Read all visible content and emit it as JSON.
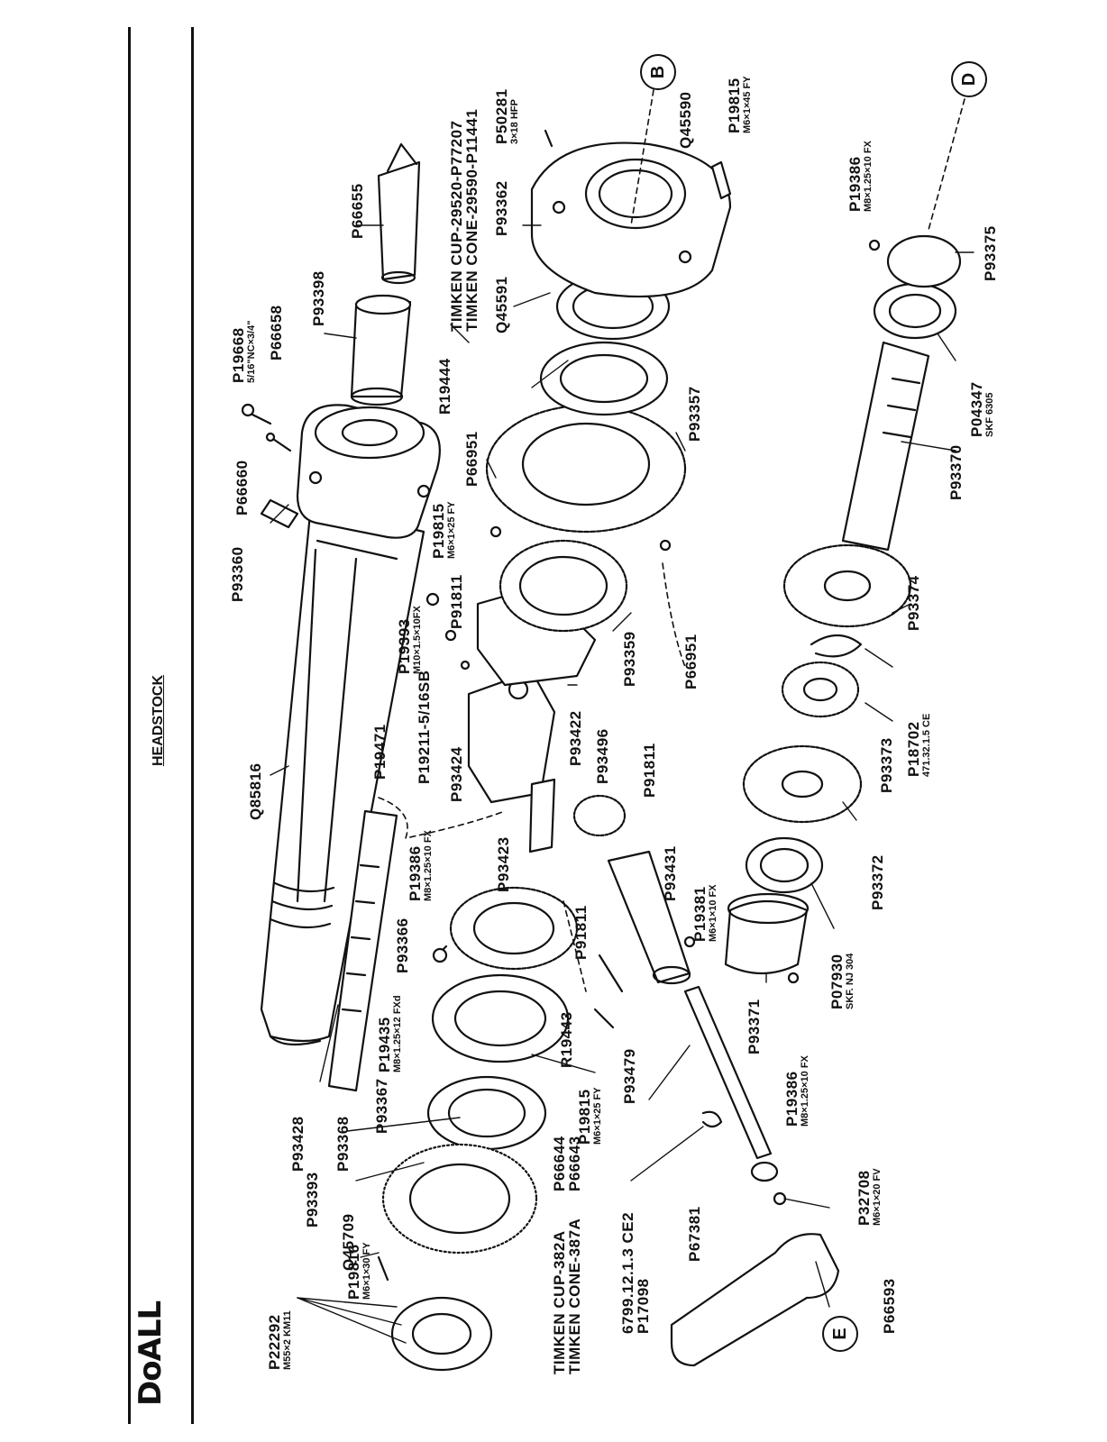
{
  "header": {
    "brand": "DoALL",
    "title": "HEADSTOCK"
  },
  "parts": [
    {
      "id": "p66655",
      "part": "P66655",
      "spec": ""
    },
    {
      "id": "p93398",
      "part": "P93398",
      "spec": ""
    },
    {
      "id": "p19668",
      "part": "P19668",
      "spec": "5/16\"NC×3/4\""
    },
    {
      "id": "p66658",
      "part": "P66658",
      "spec": ""
    },
    {
      "id": "p66660",
      "part": "P66660",
      "spec": ""
    },
    {
      "id": "p93360",
      "part": "P93360",
      "spec": ""
    },
    {
      "id": "q85816",
      "part": "Q85816",
      "spec": ""
    },
    {
      "id": "p19471",
      "part": "P19471",
      "spec": ""
    },
    {
      "id": "p19211",
      "part": "P19211-5/16SB",
      "spec": ""
    },
    {
      "id": "p19393",
      "part": "P19393",
      "spec": "M10×1.5×10FX"
    },
    {
      "id": "p91811a",
      "part": "P91811",
      "spec": ""
    },
    {
      "id": "p93424",
      "part": "P93424",
      "spec": ""
    },
    {
      "id": "p93423",
      "part": "P93423",
      "spec": ""
    },
    {
      "id": "p19386a",
      "part": "P19386",
      "spec": "M8×1.25×10 FX"
    },
    {
      "id": "p93366",
      "part": "P93366",
      "spec": ""
    },
    {
      "id": "p19435",
      "part": "P19435",
      "spec": "M8×1.25×12 FXd"
    },
    {
      "id": "p93367",
      "part": "P93367",
      "spec": ""
    },
    {
      "id": "p93428",
      "part": "P93428",
      "spec": ""
    },
    {
      "id": "p93368",
      "part": "P93368",
      "spec": ""
    },
    {
      "id": "p93393",
      "part": "P93393",
      "spec": ""
    },
    {
      "id": "q45709",
      "part": "Q45709",
      "spec": ""
    },
    {
      "id": "p19816",
      "part": "P19816",
      "spec": "M6×1×30 FY"
    },
    {
      "id": "p22292",
      "part": "P22292",
      "spec": "M55×2 KM11"
    },
    {
      "id": "timken_a",
      "part": "TIMKEN CUP-382A",
      "spec": "TIMKEN CONE-387A"
    },
    {
      "id": "p66644",
      "part": "P66644",
      "spec": "P66643"
    },
    {
      "id": "p91811b",
      "part": "P91811",
      "spec": ""
    },
    {
      "id": "r19443",
      "part": "R19443",
      "spec": ""
    },
    {
      "id": "p19815a",
      "part": "P19815",
      "spec": "M6×1×25 FY"
    },
    {
      "id": "p93479",
      "part": "P93479",
      "spec": ""
    },
    {
      "id": "p6799",
      "part": "6799.12.1.3 CE2",
      "spec": "P17098"
    },
    {
      "id": "p67381",
      "part": "P67381",
      "spec": ""
    },
    {
      "id": "p32708",
      "part": "P32708",
      "spec": "M6×1×20 FV"
    },
    {
      "id": "p66593",
      "part": "P66593",
      "spec": ""
    },
    {
      "id": "p93431",
      "part": "P93431",
      "spec": ""
    },
    {
      "id": "p19381",
      "part": "P19381",
      "spec": "M6×1×10 FX"
    },
    {
      "id": "p91811c",
      "part": "P91811",
      "spec": ""
    },
    {
      "id": "p93496",
      "part": "P93496",
      "spec": ""
    },
    {
      "id": "p93422",
      "part": "P93422",
      "spec": ""
    },
    {
      "id": "p19815b",
      "part": "P19815",
      "spec": "M6×1×25 FY"
    },
    {
      "id": "p93359",
      "part": "P93359",
      "spec": ""
    },
    {
      "id": "p66951a",
      "part": "P66951",
      "spec": ""
    },
    {
      "id": "p66951b",
      "part": "P66951",
      "spec": ""
    },
    {
      "id": "r19444",
      "part": "R19444",
      "spec": ""
    },
    {
      "id": "p93357",
      "part": "P93357",
      "spec": ""
    },
    {
      "id": "q45591",
      "part": "Q45591",
      "spec": ""
    },
    {
      "id": "timken_b",
      "part": "TIMKEN CUP-29520-P77207",
      "spec": "TIMKEN CONE-29590-P11441"
    },
    {
      "id": "p93362",
      "part": "P93362",
      "spec": ""
    },
    {
      "id": "p50281",
      "part": "P50281",
      "spec": "3×18 HFP"
    },
    {
      "id": "q45590",
      "part": "Q45590",
      "spec": ""
    },
    {
      "id": "p19815c",
      "part": "P19815",
      "spec": "M6×1×45 FY"
    },
    {
      "id": "p19386b",
      "part": "P19386",
      "spec": "M8×1.25×10 FX"
    },
    {
      "id": "p93375",
      "part": "P93375",
      "spec": ""
    },
    {
      "id": "p04347",
      "part": "P04347",
      "spec": "SKF 6305"
    },
    {
      "id": "p93370",
      "part": "P93370",
      "spec": ""
    },
    {
      "id": "p93374",
      "part": "P93374",
      "spec": ""
    },
    {
      "id": "p18702",
      "part": "P18702",
      "spec": "471.32.1.5 CE"
    },
    {
      "id": "p93373",
      "part": "P93373",
      "spec": ""
    },
    {
      "id": "p93372",
      "part": "P93372",
      "spec": ""
    },
    {
      "id": "p07930",
      "part": "P07930",
      "spec": "SKF. NJ 304"
    },
    {
      "id": "p93371",
      "part": "P93371",
      "spec": ""
    },
    {
      "id": "p19386c",
      "part": "P19386",
      "spec": "M8×1.25×10 FX"
    }
  ],
  "callouts": {
    "b": "B",
    "d": "D",
    "e": "E"
  },
  "colors": {
    "ink": "#111111",
    "paper": "#ffffff"
  }
}
